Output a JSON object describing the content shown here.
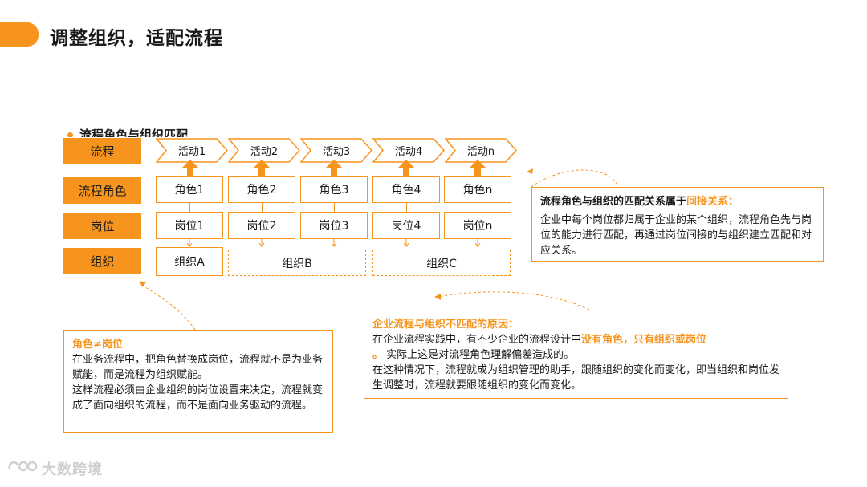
{
  "title": "调整组织，适配流程",
  "section_heading": "流程角色与组织匹配",
  "row_labels": {
    "process": "流程",
    "roles": "流程角色",
    "positions": "岗位",
    "org": "组织"
  },
  "activities": [
    "活动1",
    "活动2",
    "活动3",
    "活动4",
    "活动n"
  ],
  "roles": [
    "角色1",
    "角色2",
    "角色3",
    "角色4",
    "角色n"
  ],
  "positions": [
    "岗位1",
    "岗位2",
    "岗位3",
    "岗位4",
    "岗位n"
  ],
  "orgs": [
    "组织A",
    "组织B",
    "组织C"
  ],
  "right_box": {
    "title_prefix": "流程角色与组织的匹配关系属于",
    "title_highlight": "间接关系：",
    "body": "企业中每个岗位都归属于企业的某个组织，流程角色先与岗位的能力进行匹配，再通过岗位间接的与组织建立匹配和对应关系。"
  },
  "middle_box": {
    "title": "企业流程与组织不匹配的原因：",
    "line1_prefix": "在企业流程实践中，有不少企业的流程设计中",
    "line1_highlight": "没有角色，只有组织或岗位",
    "line2_dot": "。",
    "line2_rest": " 实际上这是对流程角色理解偏差造成的。",
    "line3": "在这种情况下，流程就成为组织管理的助手，跟随组织的变化而变化，即当组织和岗位发生调整时，流程就要跟随组织的变化而变化。"
  },
  "left_box": {
    "title": "角色≠岗位",
    "para1": "在业务流程中，把角色替换成岗位，流程就不是为业务赋能，而是流程为组织赋能。",
    "para2": "这样流程必须由企业组织的岗位设置来决定，流程就变成了面向组织的流程，而不是面向业务驱动的流程。"
  },
  "watermark": "大数跨境",
  "colors": {
    "accent": "#f7941d"
  }
}
